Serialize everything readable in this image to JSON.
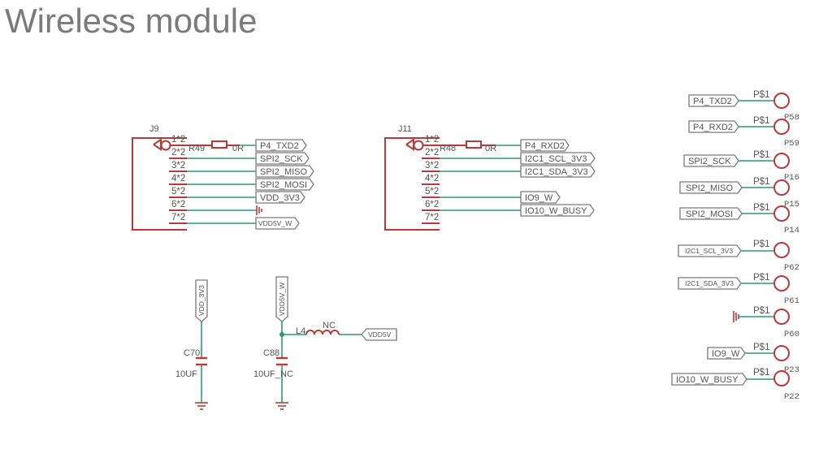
{
  "title": "Wireless module",
  "j9": {
    "name": "J9",
    "pins": [
      "1*2",
      "2*2",
      "3*2",
      "4*2",
      "5*2",
      "6*2",
      "7*2"
    ],
    "resistor": {
      "name": "R49",
      "value": "0R"
    },
    "nets": [
      "P4_TXD2",
      "SPI2_SCK",
      "SPI2_MISO",
      "SPI2_MOSI",
      "VDD_3V3",
      "VDD5V_W"
    ]
  },
  "j11": {
    "name": "J11",
    "pins": [
      "1*2",
      "2*2",
      "3*2",
      "4*2",
      "5*2",
      "6*2",
      "7*2"
    ],
    "resistor": {
      "name": "R48",
      "value": "0R"
    },
    "nets": [
      "P4_RXD2",
      "I2C1_SCL_3V3",
      "I2C1_SDA_3V3",
      "IO9_W",
      "IO10_W_BUSY"
    ]
  },
  "caps": [
    {
      "net": "VDD_3V3",
      "name": "C70",
      "value": "10UF"
    },
    {
      "net": "VDD5V_W",
      "name": "C88",
      "value": "10UF_NC"
    }
  ],
  "inductor": {
    "name": "L4",
    "value": "NC",
    "net": "VDD5V"
  },
  "pads": [
    {
      "net": "P4_TXD2",
      "label": "P$1",
      "name": "P58"
    },
    {
      "net": "P4_RXD2",
      "label": "P$1",
      "name": "P59"
    },
    {
      "net": "SPI2_SCK",
      "label": "P$1",
      "name": "P16"
    },
    {
      "net": "SPI2_MISO",
      "label": "P$1",
      "name": "P15"
    },
    {
      "net": "SPI2_MOSI",
      "label": "P$1",
      "name": "P14"
    },
    {
      "net": "I2C1_SCL_3V3",
      "label": "P$1",
      "name": "P62"
    },
    {
      "net": "I2C1_SDA_3V3",
      "label": "P$1",
      "name": "P61"
    },
    {
      "net": "",
      "label": "P$1",
      "name": "P60"
    },
    {
      "net": "IO9_W",
      "label": "P$1",
      "name": "P23"
    },
    {
      "net": "IO10_W_BUSY",
      "label": "P$1",
      "name": "P22"
    }
  ],
  "colors": {
    "wire": "#2f9a72",
    "part": "#b83a3a",
    "label_outline": "#7a7a7a",
    "title": "#7a7a7a"
  }
}
